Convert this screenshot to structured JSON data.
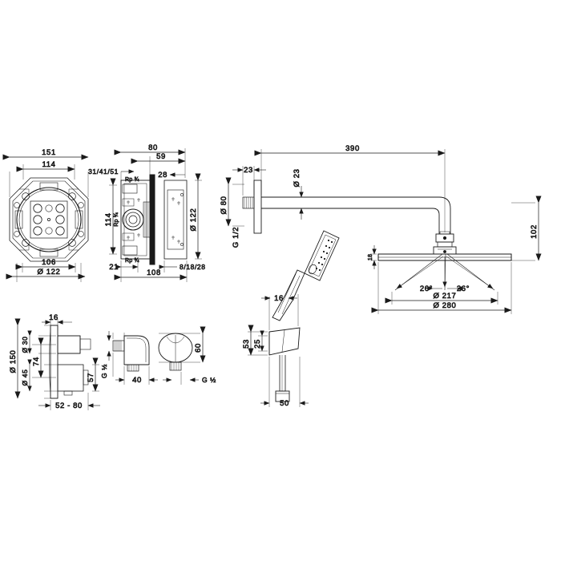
{
  "drawing": {
    "type": "technical-dimension-drawing",
    "subject": "Concealed shower set: rough-in body, thermostat trim, shower arm, overhead shower, hand shower, wall outlet",
    "units": "mm",
    "line_color": "#1a1a1a",
    "background_color": "#ffffff"
  },
  "views": {
    "rough_in_front": {
      "name": "Rough-in body front view",
      "dims": {
        "width_outer": "151",
        "width_inner": "114",
        "width_lower": "106",
        "diameter": "Ø 122"
      }
    },
    "rough_in_side": {
      "name": "Rough-in body side view",
      "dims": {
        "depth_total": "80",
        "depth_inner": "59",
        "flush_range": "31/41/51",
        "plate_thickness": "28",
        "height": "114",
        "diameter": "Ø 122",
        "offset_left": "21",
        "base_width": "108",
        "depth_range": "8/18/28",
        "thread_top": "Rp ¾",
        "thread_mid": "Rp ¾",
        "thread_bottom": "Rp ¾"
      }
    },
    "thermostat_trim": {
      "name": "Thermostat trim plate",
      "dims": {
        "plate_thickness": "16",
        "plate_diameter": "Ø 150",
        "handle_small_diameter": "Ø 30",
        "handle_large_diameter": "Ø 45",
        "center_spacing": "74",
        "lower_handle_height": "57",
        "projection_range": "52 - 80"
      }
    },
    "wall_outlet": {
      "name": "Wall outlet elbow",
      "dims": {
        "inlet_thread": "G ½",
        "projection": "40",
        "outlet_thread": "G ½",
        "height": "60"
      }
    },
    "shower_arm": {
      "name": "Shower arm",
      "dims": {
        "length": "390",
        "flange_depth": "23",
        "tube_diameter": "Ø 23",
        "flange_diameter": "Ø 80",
        "connection_thread": "G 1/2",
        "drop_height": "102"
      }
    },
    "overhead_shower": {
      "name": "Overhead shower head",
      "dims": {
        "plate_thickness": "18",
        "spray_face_diameter": "Ø 217",
        "outer_diameter": "Ø 280",
        "spray_angle_left": "26°",
        "spray_angle_right": "26°"
      }
    },
    "hand_shower": {
      "name": "Hand shower with holder and hose",
      "dims": {
        "handle_thickness": "16",
        "holder_height_total": "53",
        "holder_height_inner": "25",
        "holder_projection": "50"
      }
    }
  }
}
